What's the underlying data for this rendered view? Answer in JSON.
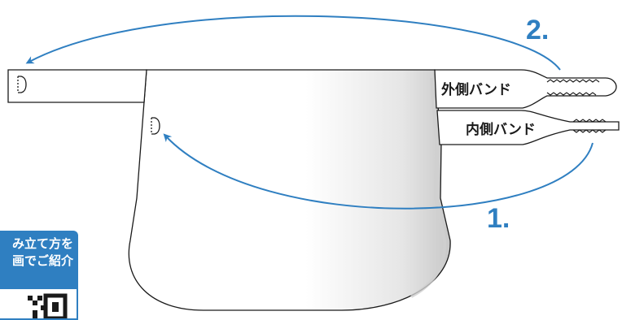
{
  "labels": {
    "outer_band": "外側バンド",
    "inner_band": "内側バンド",
    "step_1": "1.",
    "step_2": "2."
  },
  "promo": {
    "line1": "み立て方を",
    "line2": "画でご紹介"
  },
  "colors": {
    "arrow": "#2f7fc1",
    "outline": "#1a1a1a",
    "promo_bg": "#2f7fc1"
  }
}
